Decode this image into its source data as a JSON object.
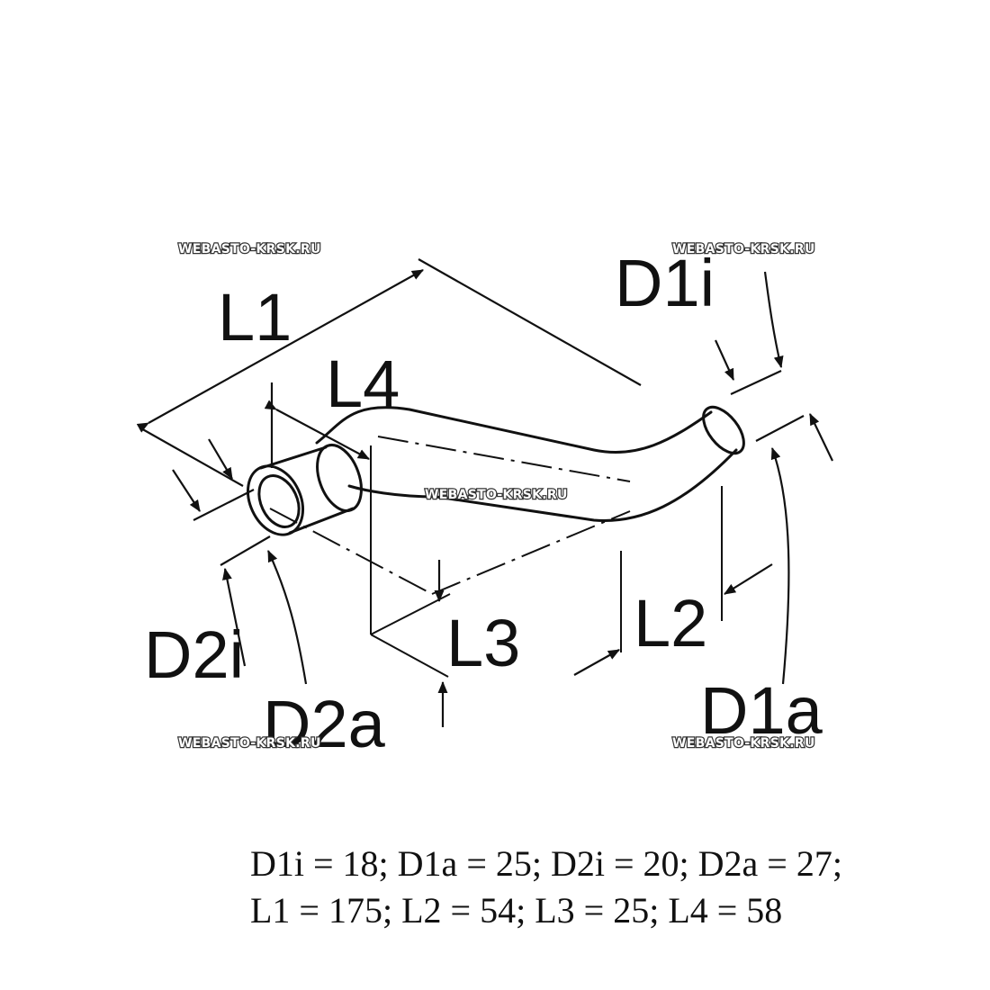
{
  "watermarks": {
    "top_left": "WEBASTO-KRSK.RU",
    "top_right": "WEBASTO-KRSK.RU",
    "center": "WEBASTO-KRSK.RU",
    "bottom_left": "WEBASTO-KRSK.RU",
    "bottom_right": "WEBASTO-KRSK.RU"
  },
  "labels": {
    "L1": "L1",
    "L4": "L4",
    "D1i": "D1i",
    "D2i": "D2i",
    "D2a": "D2a",
    "L3": "L3",
    "L2": "L2",
    "D1a": "D1a"
  },
  "specs": {
    "line1": "D1i = 18; D1a = 25; D2i = 20; D2a = 27;",
    "line2": "L1 = 175; L2 = 54; L3 = 25; L4 = 58"
  },
  "colors": {
    "line": "#111111",
    "background": "#ffffff"
  }
}
